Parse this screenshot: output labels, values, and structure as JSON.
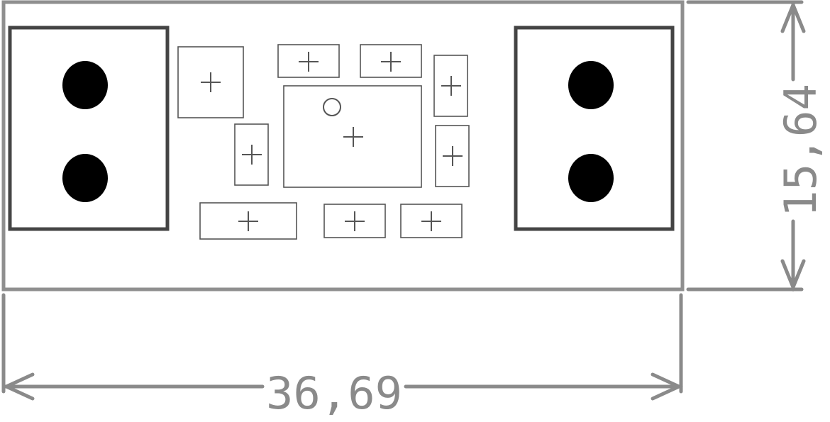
{
  "dimensions": {
    "width_label": "36,69",
    "height_label": "15,64"
  },
  "colors": {
    "board_outline": "#8f8f8f",
    "dimension_lines": "#8a8a8a",
    "connector_outline": "#444444",
    "pad_fill": "#000000",
    "component_outline": "#555555"
  },
  "connectors": [
    {
      "id": "left-connector",
      "pads": 2
    },
    {
      "id": "right-connector",
      "pads": 2
    }
  ],
  "components": [
    "component-large-left",
    "component-top-1",
    "component-top-2",
    "component-right-top",
    "ic-center",
    "component-left-vertical",
    "component-right-middle",
    "component-bottom-wide",
    "component-bottom-2",
    "component-bottom-3"
  ]
}
